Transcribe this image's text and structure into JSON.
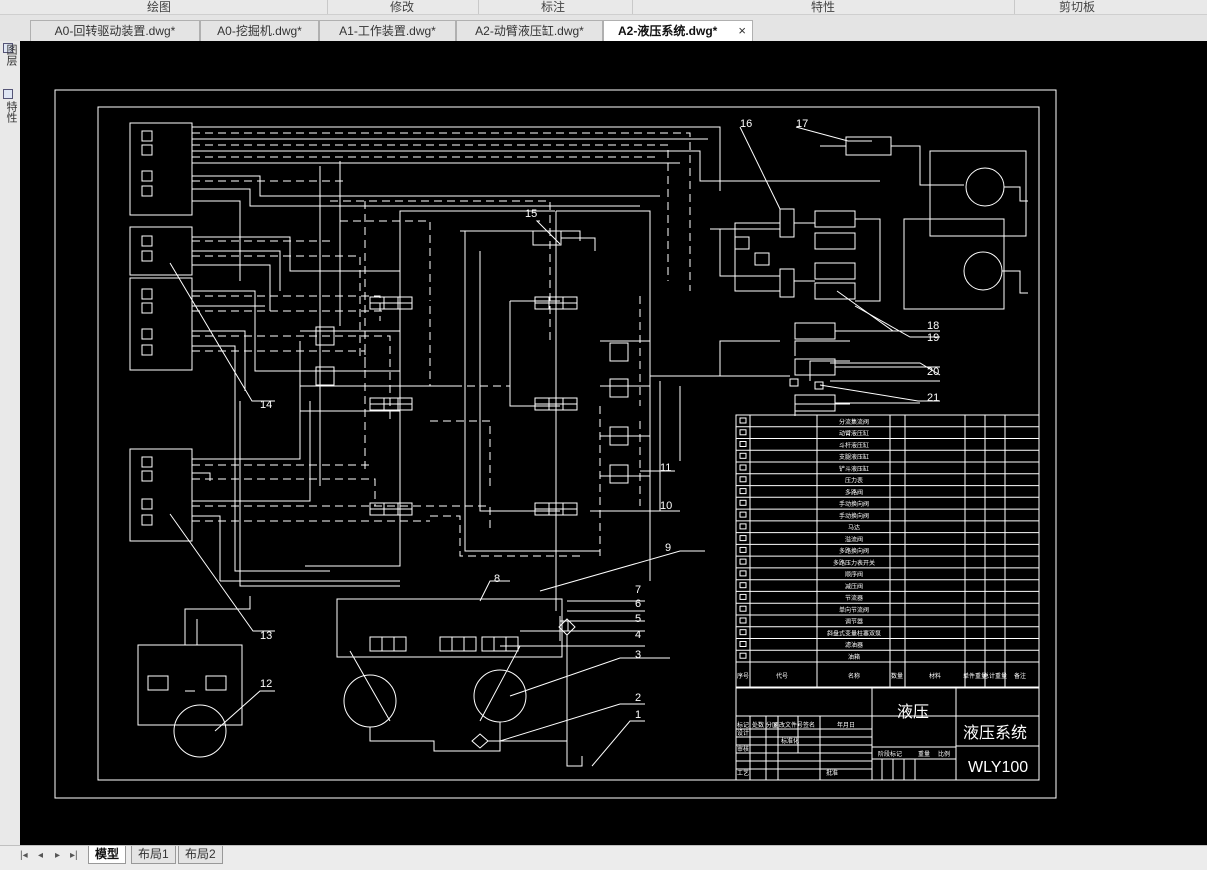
{
  "ribbon": {
    "groups": [
      "绘图",
      "修改",
      "标注",
      "特性",
      "剪切板"
    ]
  },
  "tabs": [
    {
      "label": "A0-回转驱动装置.dwg*",
      "active": false
    },
    {
      "label": "A0-挖掘机.dwg*",
      "active": false
    },
    {
      "label": "A1-工作装置.dwg*",
      "active": false
    },
    {
      "label": "A2-动臂液压缸.dwg*",
      "active": false
    },
    {
      "label": "A2-液压系统.dwg*",
      "active": true
    }
  ],
  "tab_close_glyph": "×",
  "left_palette": {
    "items": [
      "图层",
      "特性"
    ]
  },
  "layout_tabs": [
    {
      "label": "模型",
      "active": true
    },
    {
      "label": "布局1",
      "active": false
    },
    {
      "label": "布局2",
      "active": false
    }
  ],
  "nav_glyphs": [
    "|◂",
    "◂",
    "▸",
    "▸|"
  ],
  "drawing": {
    "callouts": [
      "1",
      "2",
      "3",
      "4",
      "5",
      "6",
      "7",
      "8",
      "9",
      "10",
      "11",
      "12",
      "13",
      "14",
      "15",
      "16",
      "17",
      "18",
      "19",
      "20",
      "21"
    ],
    "title_block": {
      "material": "液压",
      "name": "液压系统",
      "code": "WLY100",
      "header_cols": [
        "序号",
        "代号",
        "名称",
        "数量",
        "材料",
        "单件重量",
        "总计重量",
        "备注"
      ],
      "sign_labels": [
        "标记",
        "处数",
        "分区",
        "更改文件号",
        "签名",
        "年月日"
      ],
      "role_labels": [
        "设计",
        "审核",
        "工艺",
        "标准化",
        "批准"
      ],
      "stage_labels": [
        "阶段标记",
        "重量",
        "比例"
      ]
    },
    "parts_list": [
      "分流集流阀",
      "动臂液压缸",
      "斗杆液压缸",
      "支腿液压缸",
      "铲斗液压缸",
      "压力表",
      "多路阀",
      "手动换向阀",
      "手动换向阀",
      "马达",
      "溢流阀",
      "多路换向阀",
      "多路压力表开关",
      "顺序阀",
      "减压阀",
      "节流器",
      "单向节流阀",
      "调节器",
      "斜盘式变量柱塞双泵",
      "滤油器",
      "油箱"
    ]
  },
  "colors": {
    "canvas_bg": "#000000",
    "line": "#ffffff",
    "tab_active_bg": "#ffffff"
  }
}
